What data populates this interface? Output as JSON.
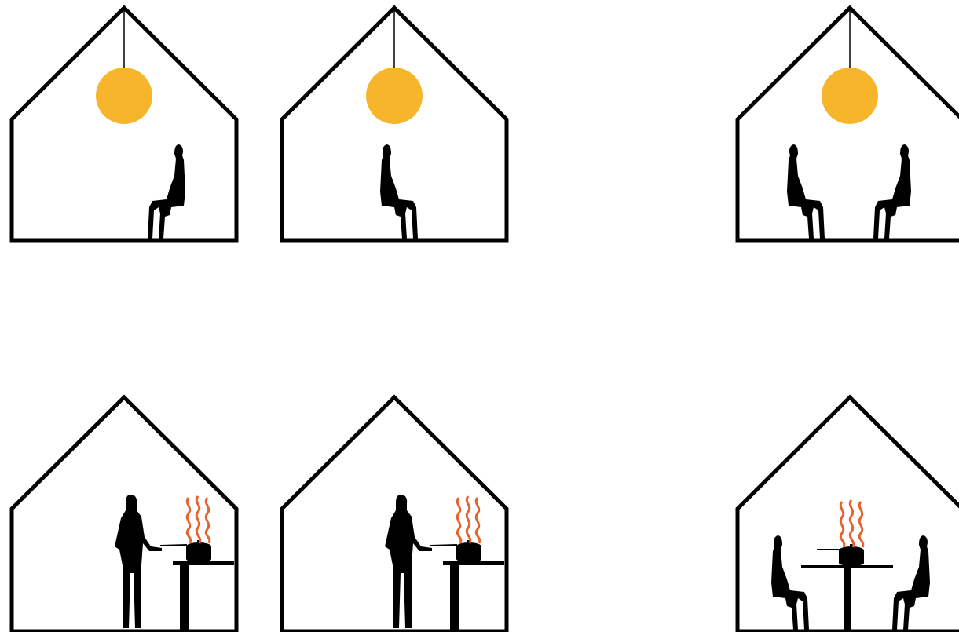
{
  "colors": {
    "outline": "#000000",
    "lamp": "#F7B52C",
    "steam": "#E8602C",
    "background": "#ffffff"
  },
  "houses": [
    {
      "id": "house-lamp-single-right",
      "contents": [
        "lamp",
        "seated-person-facing-left"
      ]
    },
    {
      "id": "house-lamp-single-left",
      "contents": [
        "lamp",
        "seated-person-facing-right"
      ]
    },
    {
      "id": "house-lamp-pair",
      "contents": [
        "lamp",
        "seated-person-facing-right",
        "seated-person-facing-left"
      ]
    },
    {
      "id": "house-cooking-a",
      "contents": [
        "standing-person",
        "steaming-pot",
        "table"
      ]
    },
    {
      "id": "house-cooking-b",
      "contents": [
        "standing-person",
        "steaming-pot",
        "table"
      ]
    },
    {
      "id": "house-dining-pair",
      "contents": [
        "seated-person-facing-right",
        "seated-person-facing-left",
        "table",
        "steaming-pot"
      ]
    }
  ],
  "icons": {
    "lamp": "pendant-lamp-icon",
    "seated": "seated-person-icon",
    "standing": "standing-person-icon",
    "pot": "cooking-pot-icon",
    "steam": "steam-icon",
    "table": "table-icon"
  }
}
